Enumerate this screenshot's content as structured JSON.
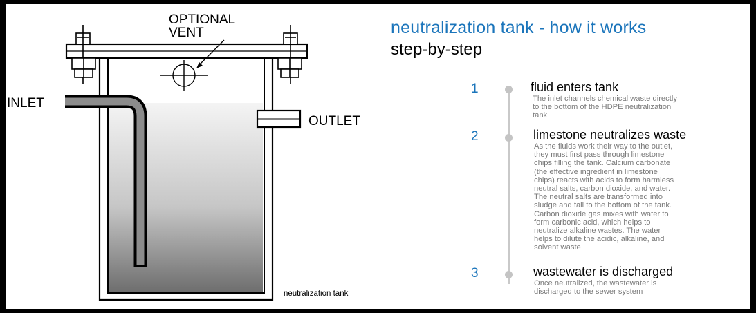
{
  "header": {
    "title": "neutralization tank - how it works",
    "subtitle": "step-by-step"
  },
  "diagram": {
    "labels": {
      "vent_line1": "OPTIONAL",
      "vent_line2": "VENT",
      "inlet": "INLET",
      "outlet": "OUTLET",
      "caption": "neutralization tank"
    }
  },
  "steps": [
    {
      "number": "1",
      "heading": "fluid enters tank",
      "lines": [
        "The inlet channels chemical waste directly",
        "to the bottom of the HDPE neutralization",
        "tank"
      ]
    },
    {
      "number": "2",
      "heading": "limestone neutralizes waste",
      "lines": [
        "As the fluids work their way to the outlet,",
        "they must first pass through limestone",
        "chips filling the tank.  Calcium carbonate",
        "(the effective ingredient in limestone",
        "chips) reacts with acids to form harmless",
        "neutral salts, carbon dioxide, and water.",
        "The neutral salts are transformed into",
        "sludge and fall to the bottom of the tank.",
        "Carbon dioxide gas mixes with water to",
        "form carbonic acid, which helps to",
        "neutralize alkaline wastes. The water",
        "helps to dilute the acidic, alkaline, and",
        "solvent waste"
      ]
    },
    {
      "number": "3",
      "heading": "wastewater is discharged",
      "lines": [
        "Once neutralized, the wastewater is",
        "discharged to the sewer system"
      ]
    }
  ],
  "colors": {
    "title_blue": "#1b75bb",
    "step_number_blue": "#1b75bb",
    "description_gray": "#7a7a7a",
    "timeline_gray": "#c4c4c4",
    "frame_border": "#000000"
  }
}
